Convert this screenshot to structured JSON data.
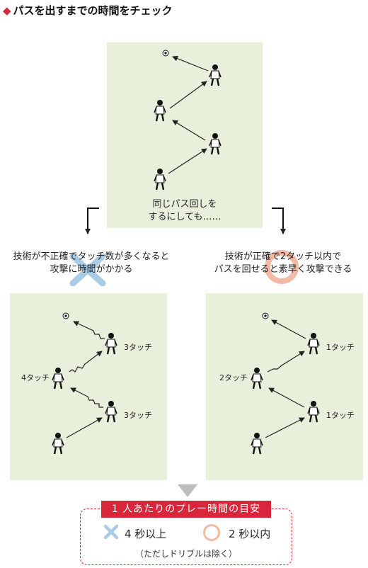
{
  "title": "パスを出すまでの時間をチェック",
  "top_caption": [
    "同じパス回しを",
    "するにしても……"
  ],
  "left_caption": [
    "技術が不正確でタッチ数が多くなると",
    "攻撃に時間がかかる"
  ],
  "right_caption": [
    "技術が正確で2タッチ以内で",
    "パスを回せると素早く攻撃できる"
  ],
  "left_labels": {
    "upper": "3タッチ",
    "middle": "4タッチ",
    "lower": "3タッチ"
  },
  "right_labels": {
    "upper": "1タッチ",
    "middle": "2タッチ",
    "lower": "1タッチ"
  },
  "legend": {
    "title": "1 人あたりのプレー時間の目安",
    "x_text": "4 秒以上",
    "o_text": "2 秒以内",
    "note": "（ただしドリブルは除く）"
  },
  "colors": {
    "accent": "#d8263a",
    "field": "#e8f0dc",
    "x_mark": "#a9cbe6",
    "o_mark": "#f2b9a7"
  },
  "icons": [
    "diamond-icon",
    "player-icon",
    "ball-icon",
    "arrow-icon",
    "cross-icon",
    "circle-icon"
  ]
}
